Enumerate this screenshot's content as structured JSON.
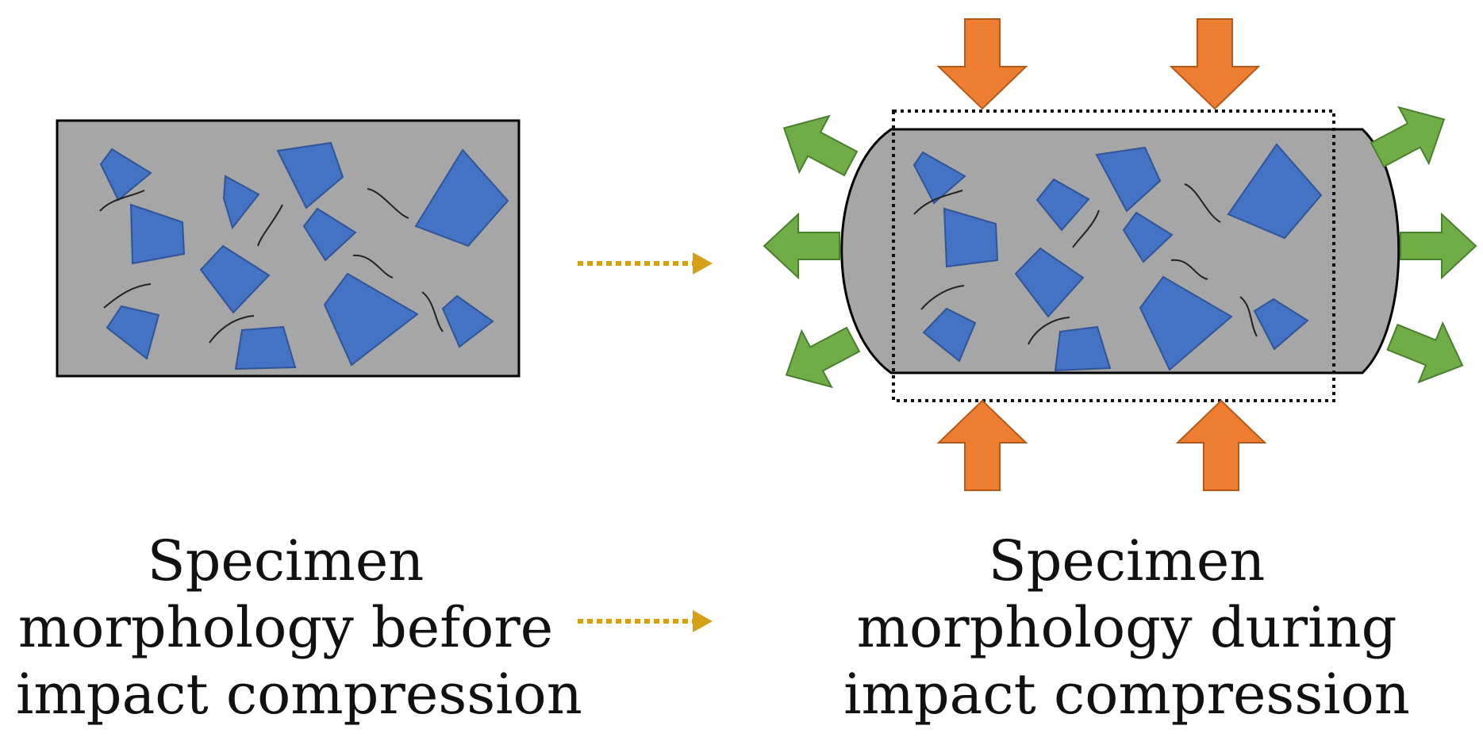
{
  "captions": {
    "before": [
      "Specimen",
      "morphology before",
      "impact compression"
    ],
    "during": [
      "Specimen",
      "morphology during",
      "impact compression"
    ]
  },
  "colors": {
    "matrix": "#a6a6a6",
    "aggregate": "#4472c4",
    "aggregate_edge": "#2f5597",
    "compression_arrow": "#ed7d31",
    "expansion_arrow": "#70ad47",
    "transition_arrow": "#d4a017",
    "outline": "#000000"
  },
  "icons": {
    "transition": "dotted-right-arrow",
    "compression": "block-arrow-inward",
    "expansion": "block-arrow-outward"
  }
}
